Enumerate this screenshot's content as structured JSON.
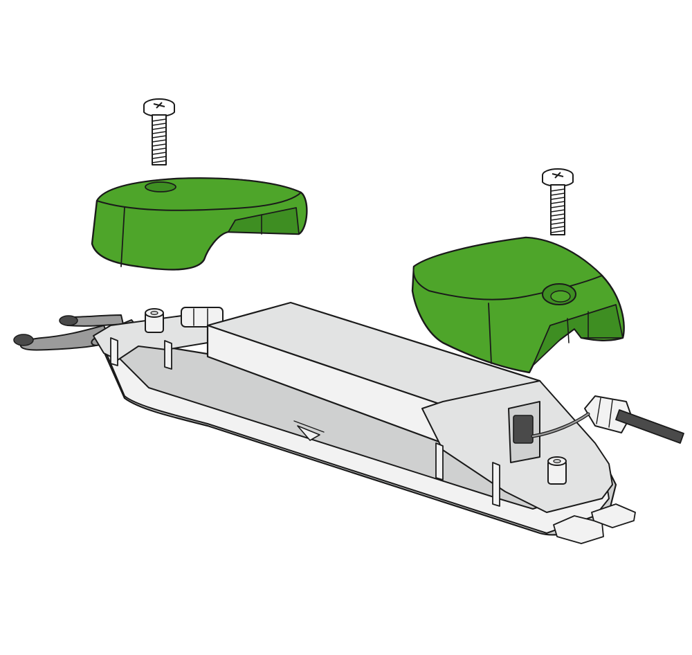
{
  "colors": {
    "background": "#ffffff",
    "cover_green": "#4ea52a",
    "cover_green_dark": "#3e8e22",
    "housing_light": "#f2f2f2",
    "housing_mid": "#e2e3e3",
    "housing_shadow": "#cfd0d0",
    "driver_box": "#d9dadb",
    "cable_gray": "#9b9b9b",
    "wire_tip": "#4a4a4a",
    "outline": "#1a1a1a"
  },
  "parts": {
    "screw_left": {
      "icon": "screw-icon"
    },
    "screw_right": {
      "icon": "screw-icon"
    },
    "cover_left": {
      "icon": "end-cap-cover"
    },
    "cover_right": {
      "icon": "end-cap-cover"
    },
    "housing": {
      "icon": "led-driver-housing"
    }
  }
}
